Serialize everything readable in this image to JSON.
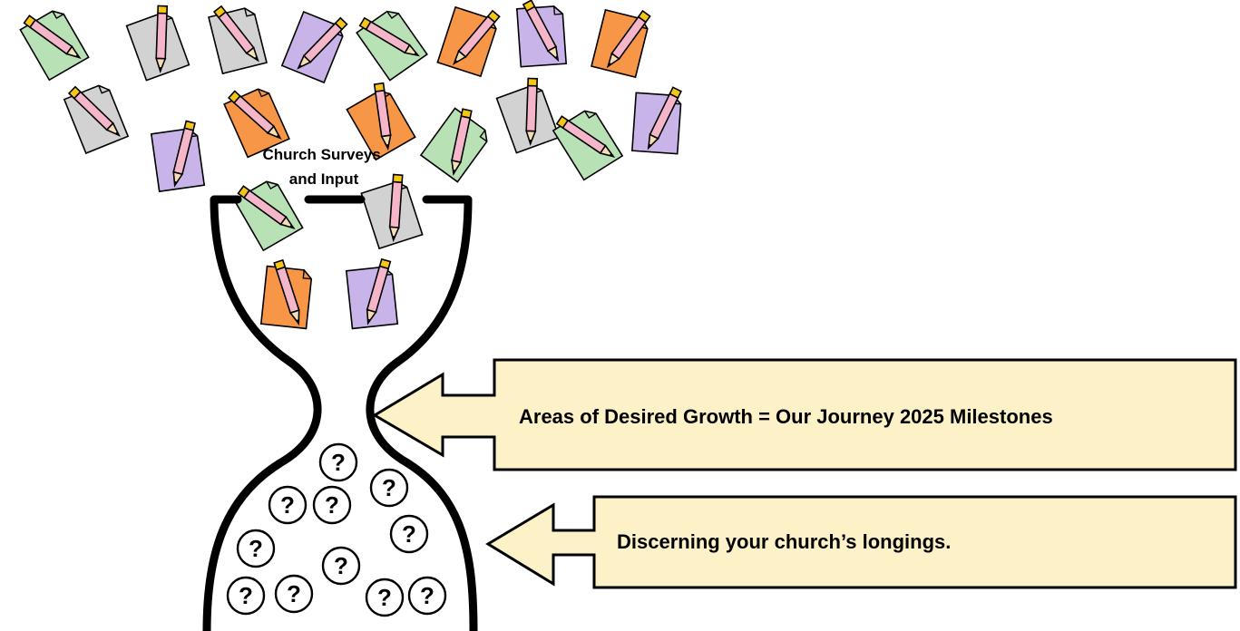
{
  "diagram": {
    "funnel_label_line1": "Church Surveys",
    "funnel_label_line2": "and Input",
    "arrow_growth": "Areas of Desired Growth = Our Journey 2025 Milestones",
    "arrow_longings": "Discerning your church’s longings.",
    "question_mark": "?"
  },
  "colors": {
    "paper_green": "#b8e1b5",
    "paper_gray": "#d2d2d2",
    "paper_orange": "#f79646",
    "paper_purple": "#c8b4e8",
    "pencil_pink": "#f4b6c8",
    "arrow_fill": "#fdf1c7",
    "outline": "#000000"
  },
  "icons": [
    "survey-paper-icon",
    "pencil-icon",
    "question-mark-icon",
    "left-arrow-icon"
  ]
}
